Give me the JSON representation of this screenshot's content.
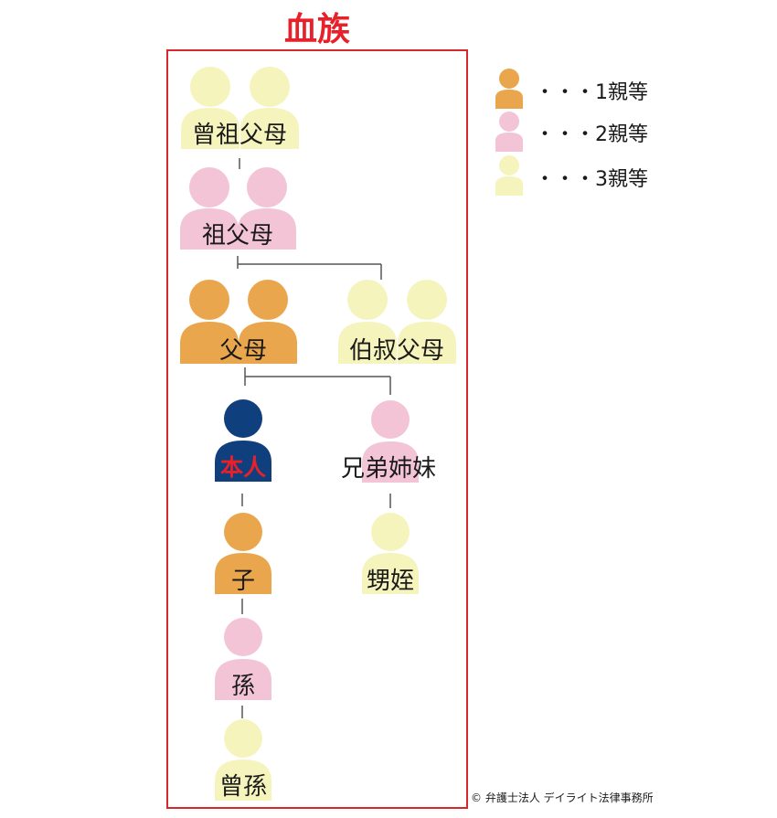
{
  "title": "血族",
  "colors": {
    "degree1": "#e9a64c",
    "degree2": "#f2c4d6",
    "degree3": "#f6f4bd",
    "self": "#0f3f7c",
    "accent": "#e8202a",
    "frame": "#d9262b"
  },
  "nodes": {
    "great_grandparents": "曾祖父母",
    "grandparents": "祖父母",
    "parents": "父母",
    "uncles_aunts": "伯叔父母",
    "self": "本人",
    "siblings": "兄弟姉妹",
    "nephews_nieces": "甥姪",
    "child": "子",
    "grandchild": "孫",
    "great_grandchild": "曾孫"
  },
  "legend": [
    {
      "label": "・・・1親等",
      "degree": 1
    },
    {
      "label": "・・・2親等",
      "degree": 2
    },
    {
      "label": "・・・3親等",
      "degree": 3
    }
  ],
  "copyright": "© 弁護士法人 デイライト法律事務所"
}
